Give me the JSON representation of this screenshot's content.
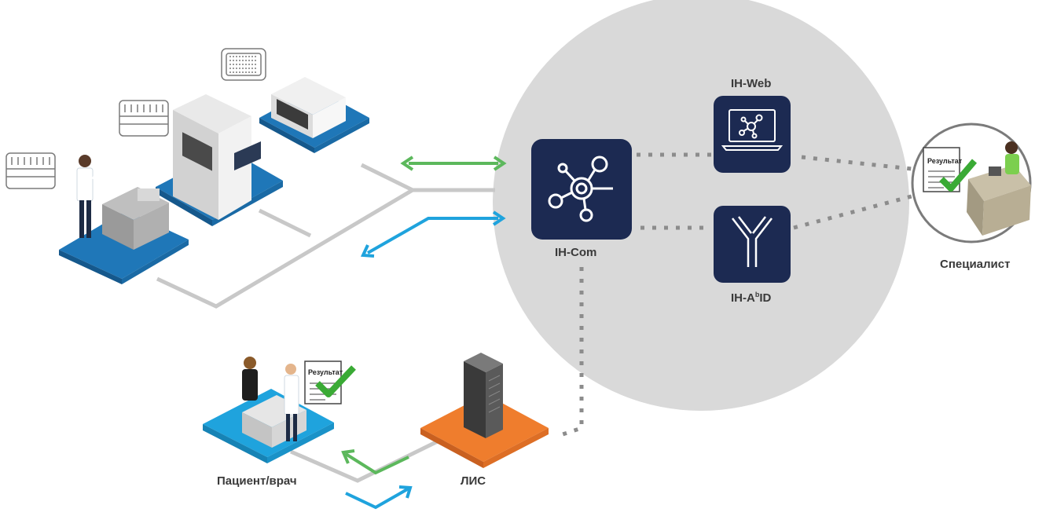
{
  "labels": {
    "ih_com": "IH-Com",
    "ih_web": "IH-Web",
    "ih_abid_prefix": "IH-A",
    "ih_abid_sup": "b",
    "ih_abid_suffix": "ID",
    "specialist": "Специалист",
    "patient_doctor": "Пациент/врач",
    "lis": "ЛИС"
  },
  "documents": {
    "result": "Результат"
  },
  "colors": {
    "hub_circle": "#d9d9d9",
    "tile_navy": "#1c2a52",
    "platform_blue": "#1f77b8",
    "platform_orange": "#ef7d2d",
    "arrow_green": "#5cb85c",
    "arrow_blue": "#1fa3dd",
    "connector_gray": "#c8c8c8",
    "dotted_gray": "#8c8c8c",
    "check_green": "#3aaa35"
  },
  "icons": [
    "network-hub-icon",
    "laptop-network-icon",
    "antibody-icon",
    "server-icon",
    "document-check-icon"
  ]
}
